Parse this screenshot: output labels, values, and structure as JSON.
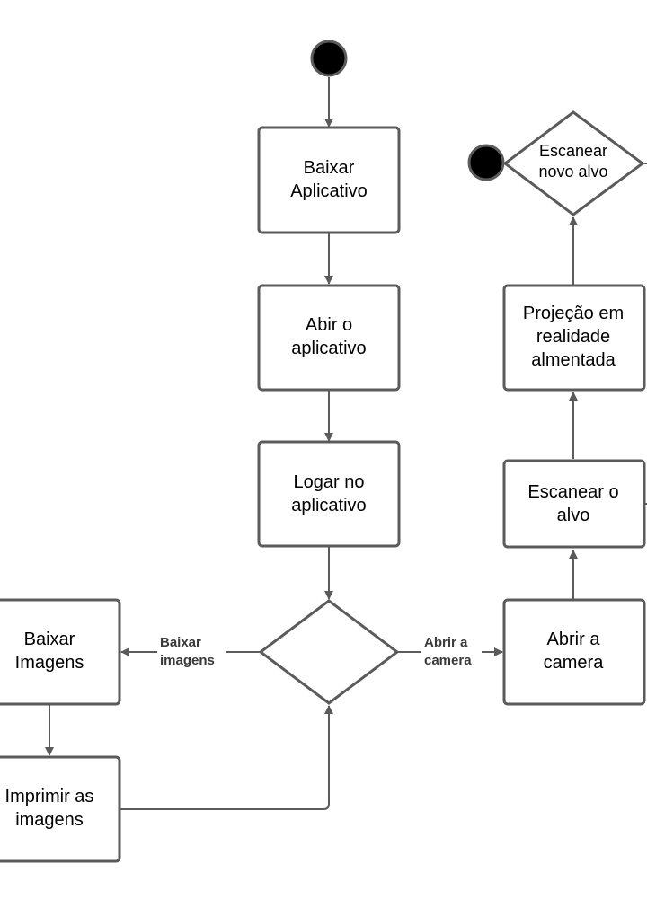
{
  "nodes": {
    "start": {
      "label": ""
    },
    "baixar_aplicativo": {
      "lines": [
        "Baixar",
        "Aplicativo"
      ]
    },
    "abrir_aplicativo": {
      "lines": [
        "Abir o",
        "aplicativo"
      ]
    },
    "logar_aplicativo": {
      "lines": [
        "Logar no",
        "aplicativo"
      ]
    },
    "baixar_imagens": {
      "lines": [
        "Baixar",
        "Imagens"
      ]
    },
    "imprimir_imagens": {
      "lines": [
        "Imprimir as",
        "imagens"
      ]
    },
    "abrir_camera": {
      "lines": [
        "Abrir a",
        "camera"
      ]
    },
    "escanear_alvo": {
      "lines": [
        "Escanear o",
        "alvo"
      ]
    },
    "projecao": {
      "lines": [
        "Projeção em",
        "realidade",
        "almentada"
      ]
    },
    "escanear_novo": {
      "lines": [
        "Escanear",
        "novo alvo"
      ]
    }
  },
  "edges": {
    "baixar_imagens_label": [
      "Baixar",
      "imagens"
    ],
    "abrir_camera_label": [
      "Abrir a",
      "camera"
    ]
  },
  "colors": {
    "stroke": "#5b5b5b",
    "fill": "#ffffff",
    "terminal": "#000000",
    "label": "#3a3a3a"
  }
}
